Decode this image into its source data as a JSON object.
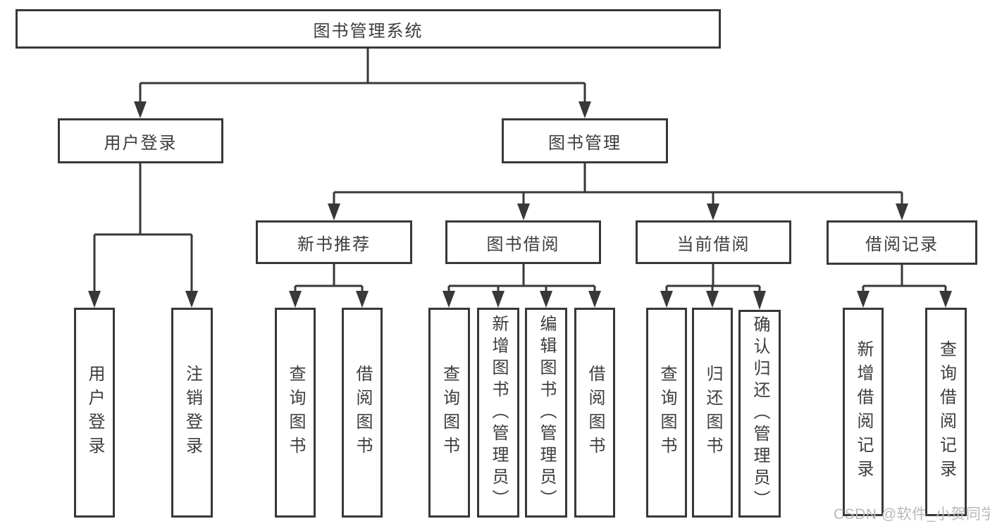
{
  "tree": {
    "label": "图书管理系统",
    "children": [
      {
        "label": "用户登录",
        "children": [
          {
            "label": "用户登录"
          },
          {
            "label": "注销登录"
          }
        ]
      },
      {
        "label": "图书管理",
        "children": [
          {
            "label": "新书推荐",
            "children": [
              {
                "label": "查询图书"
              },
              {
                "label": "借阅图书"
              }
            ]
          },
          {
            "label": "图书借阅",
            "children": [
              {
                "label": "查询图书"
              },
              {
                "label": "新增图书（管理员）"
              },
              {
                "label": "编辑图书（管理员）"
              },
              {
                "label": "借阅图书"
              }
            ]
          },
          {
            "label": "当前借阅",
            "children": [
              {
                "label": "查询图书"
              },
              {
                "label": "归还图书"
              },
              {
                "label": "确认归还（管理员）"
              }
            ]
          },
          {
            "label": "借阅记录",
            "children": [
              {
                "label": "新增借阅记录"
              },
              {
                "label": "查询借阅记录"
              }
            ]
          }
        ]
      }
    ]
  },
  "watermark": "CSDN @软件_小贺同学",
  "colors": {
    "line": "#383838",
    "box_border": "#383838",
    "text": "#3d3d3d",
    "watermark": "#b9b9b9",
    "background": "#ffffff"
  }
}
